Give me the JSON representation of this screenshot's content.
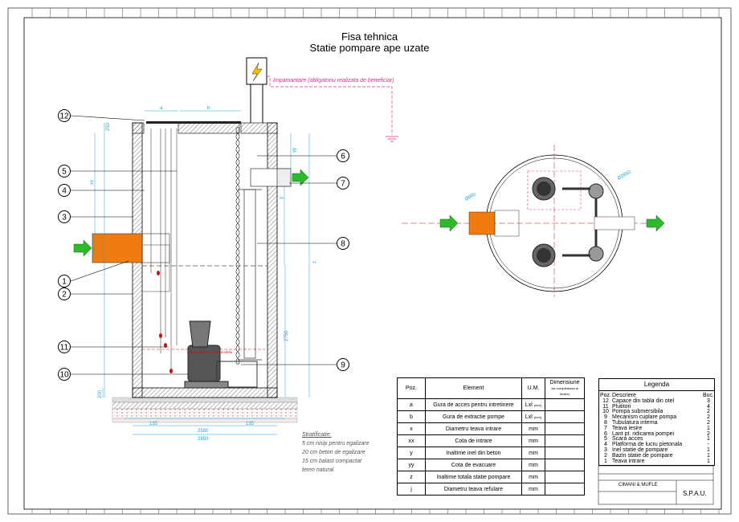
{
  "title": {
    "line1": "Fisa tehnica",
    "line2": "Statie pompare ape uzate"
  },
  "power_note": "Impamantare (obligatoriu realizata de beneficiar)",
  "callouts": [
    "12",
    "5",
    "4",
    "3",
    "1",
    "2",
    "11",
    "10",
    "6",
    "7",
    "8",
    "9"
  ],
  "dimensions": {
    "a": "a",
    "b": "b",
    "d250": "250",
    "xx": "xx",
    "yy": "yy",
    "y": "y",
    "z": "z",
    "d2750": "2750",
    "d200": "200",
    "d135a": "135",
    "d135b": "135",
    "d2580": "2580",
    "d2850": "2850",
    "d660": "Ø660",
    "d2850b": "Ø2850"
  },
  "water_level_label": "Nivel minim de submersibila",
  "stratification": {
    "heading": "Stratificatie:",
    "lines": [
      "5 cm nisip pentru egalizare",
      "20 cm beton de egalizare",
      "15 cm balast compactat",
      "teren natural"
    ]
  },
  "spec_table": {
    "headers": [
      "Poz.",
      "Element",
      "U.M.",
      "Dimensiune"
    ],
    "dim_sub": "(se completeaza la livrare)",
    "rows": [
      {
        "poz": "a",
        "element": "Gura de acces pentru intretinere",
        "um": "Lxl",
        "um_sub": "(mm)"
      },
      {
        "poz": "b",
        "element": "Gura de extractie pompe",
        "um": "Lxl",
        "um_sub": "(mm)"
      },
      {
        "poz": "x",
        "element": "Diametru teava intrare",
        "um": "mm",
        "um_sub": ""
      },
      {
        "poz": "xx",
        "element": "Cota de intrare",
        "um": "mm",
        "um_sub": ""
      },
      {
        "poz": "y",
        "element": "Inaltime inel din beton",
        "um": "mm",
        "um_sub": ""
      },
      {
        "poz": "yy",
        "element": "Cota de evacuare",
        "um": "mm",
        "um_sub": ""
      },
      {
        "poz": "z",
        "element": "Inaltime totala statie pompare",
        "um": "mm",
        "um_sub": ""
      },
      {
        "poz": "j",
        "element": "Diametru teava refulare",
        "um": "mm",
        "um_sub": ""
      }
    ]
  },
  "legend": {
    "title": "Legenda",
    "headers": [
      "Poz.",
      "Descriere",
      "Buc."
    ],
    "rows": [
      {
        "poz": "12",
        "desc": "Capace din tabla din otel",
        "buc": "3"
      },
      {
        "poz": "11",
        "desc": "Plutitori",
        "buc": "4"
      },
      {
        "poz": "10",
        "desc": "Pompa submersibila",
        "buc": "2"
      },
      {
        "poz": "9",
        "desc": "Mecanism cuplare pompa",
        "buc": "2"
      },
      {
        "poz": "8",
        "desc": "Tubulatura interna",
        "buc": "2"
      },
      {
        "poz": "7",
        "desc": "Teava iesire",
        "buc": "1"
      },
      {
        "poz": "6",
        "desc": "Lant pt. ridicarea pompei",
        "buc": "2"
      },
      {
        "poz": "5",
        "desc": "Scara acces",
        "buc": "1"
      },
      {
        "poz": "4",
        "desc": "Platforma de lucru pietonala",
        "buc": "-"
      },
      {
        "poz": "3",
        "desc": "Inel statie de pompare",
        "buc": "1"
      },
      {
        "poz": "2",
        "desc": "Bazin statie de pompare",
        "buc": "1"
      },
      {
        "poz": "1",
        "desc": "Teava intrare",
        "buc": "1"
      }
    ]
  },
  "title_block": {
    "company": "CIMANI & MUFLE",
    "code": "S.P.A.U."
  },
  "colors": {
    "orange": "#f07c0f",
    "green": "#2db82d",
    "cyan": "#19a7d6",
    "magenta": "#d6338f",
    "red": "#cc1111"
  }
}
